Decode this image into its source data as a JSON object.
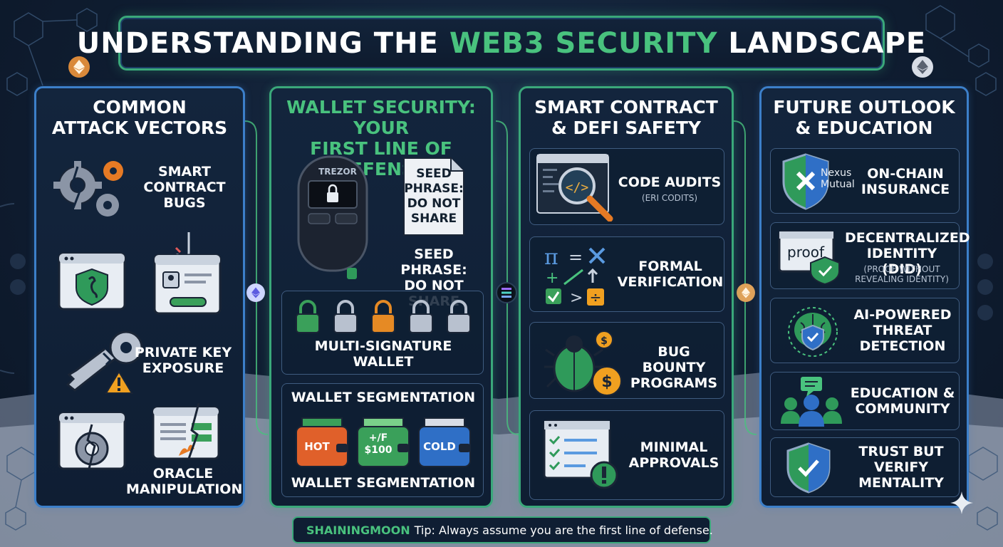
{
  "title": {
    "prefix": "UNDERSTANDING THE ",
    "accent": "WEB3 SECURITY",
    "suffix": " LANDSCAPE"
  },
  "colors": {
    "accent_green": "#49c27e",
    "panel_blue": "#3c7fc9",
    "background": "#0f1d31",
    "warning": "#f0a020"
  },
  "panels": {
    "attack": {
      "title": "COMMON\nATTACK VECTORS",
      "items": [
        {
          "label": "SMART\nCONTRACT\nBUGS",
          "icon": "gears-icon"
        },
        {
          "label": "",
          "icon": "shield-window-icon"
        },
        {
          "label": "",
          "icon": "phishing-window-icon"
        },
        {
          "label": "PRIVATE KEY\nEXPOSURE",
          "icon": "broken-key-icon"
        },
        {
          "label": "ORACLE\nMANIPULATION",
          "icon": "broken-gear-window-icon"
        }
      ]
    },
    "wallet": {
      "title": "WALLET SECURITY: YOUR\nFIRST LINE OF DEFENSE",
      "device_brand": "TREZOR",
      "seed_note": "SEED\nPHRASE:\nDO NOT\nSHARE",
      "seed_label": "SEED PHRASE:\nDO NOT SHARE",
      "multisig_label": "MULTI-SIGNATURE\nWALLET",
      "segmentation_title": "WALLET SEGMENTATION",
      "segmentation_label": "WALLET SEGMENTATION",
      "wallets": [
        {
          "label": "HOT",
          "color": "#e0602a"
        },
        {
          "label": "+/F\n$100",
          "color": "#3aa05a"
        },
        {
          "label": "COLD",
          "color": "#2f6fc6"
        }
      ]
    },
    "contract": {
      "title": "SMART CONTRACT\n& DEFI SAFETY",
      "items": [
        {
          "label": "CODE AUDITS",
          "sub": "(ERI CODITS)",
          "icon": "magnifier-code-icon"
        },
        {
          "label": "FORMAL\nVERIFICATION",
          "sub": "",
          "icon": "math-symbols-icon"
        },
        {
          "label": "BUG BOUNTY\nPROGRAMS",
          "sub": "",
          "icon": "bug-coins-icon"
        },
        {
          "label": "MINIMAL\nAPPROVALS",
          "sub": "",
          "icon": "checklist-alert-icon"
        }
      ]
    },
    "future": {
      "title": "FUTURE OUTLOOK\n& EDUCATION",
      "insurance_brand": "Nexus\nMutual",
      "proof_word": "proof",
      "items": [
        {
          "label": "ON-CHAIN\nINSURANCE",
          "sub": "",
          "icon": "nexus-shield-icon"
        },
        {
          "label": "DECENTRALIZED\nIDENTITY (DID)",
          "sub": "(PROOF WITHOUT\nREVEALING IDENTITY)",
          "icon": "proof-window-icon"
        },
        {
          "label": "AI-POWERED\nTHREAT\nDETECTION",
          "sub": "",
          "icon": "ai-brain-shield-icon"
        },
        {
          "label": "EDUCATION &\nCOMMUNITY",
          "sub": "",
          "icon": "community-icon"
        },
        {
          "label": "TRUST BUT\nVERIFY\nMENTALITY",
          "sub": "",
          "icon": "check-shield-icon"
        }
      ]
    }
  },
  "tip": {
    "brand": "SHAININGMOON",
    "text": "Tip: Always assume you are the first line of defense."
  }
}
